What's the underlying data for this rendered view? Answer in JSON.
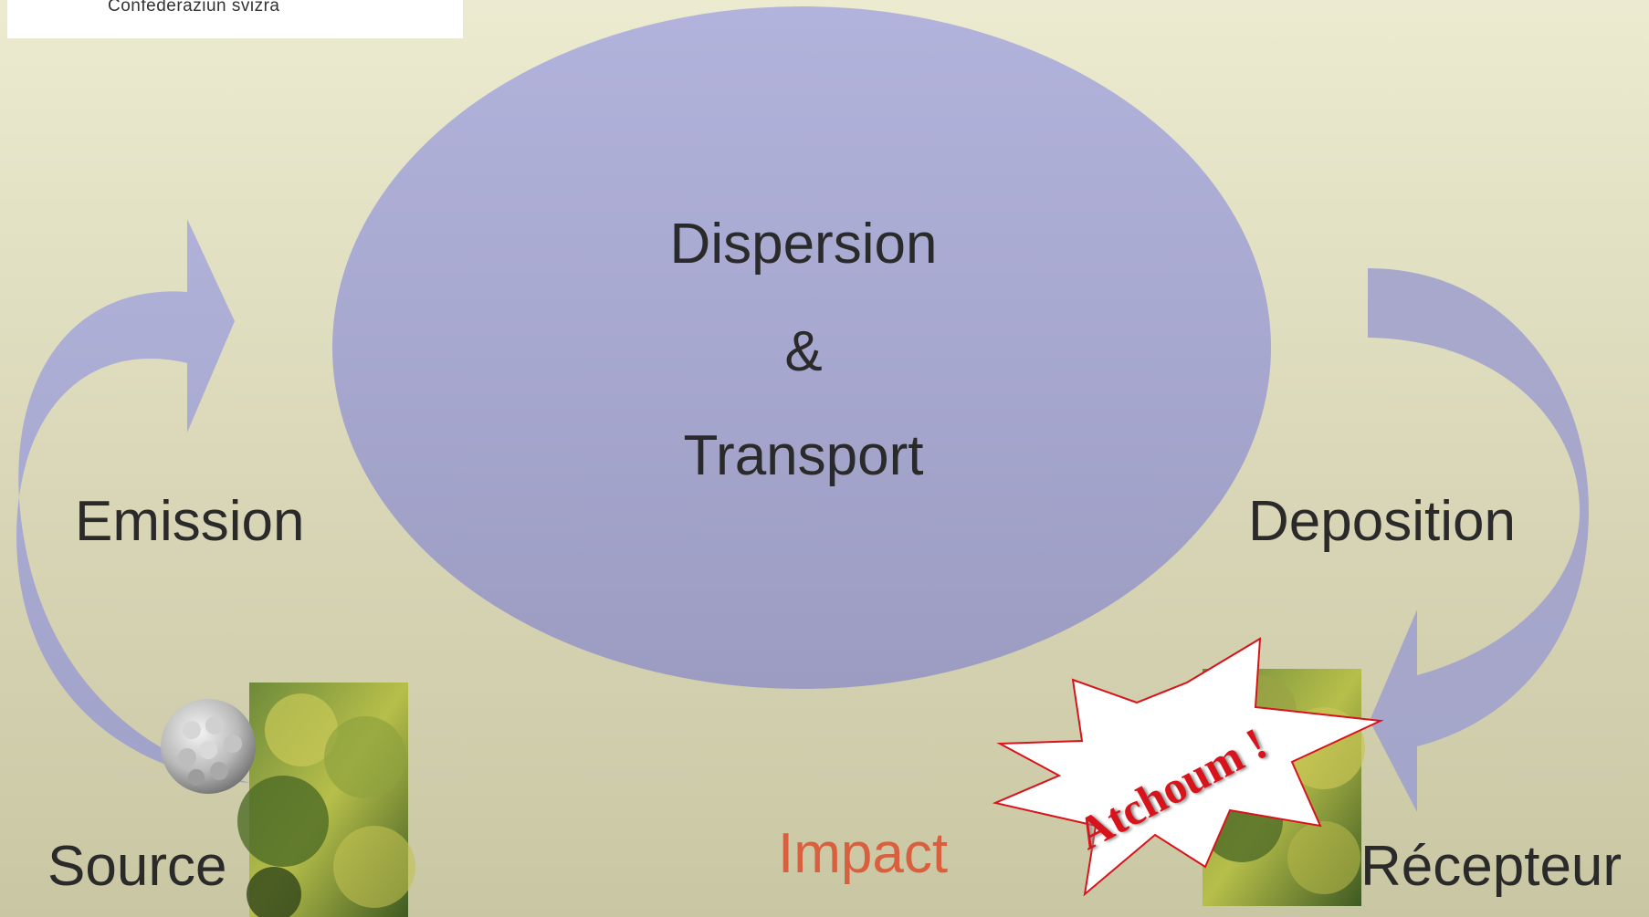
{
  "logo": {
    "text": "Confederaziun svizra"
  },
  "ellipse": {
    "line1": "Dispersion",
    "line2": "&",
    "line3": "Transport"
  },
  "labels": {
    "emission": "Emission",
    "deposition": "Deposition",
    "source": "Source",
    "impact": "Impact",
    "recepteur": "Récepteur"
  },
  "burst": {
    "text": "Atchoum !"
  },
  "colors": {
    "ellipse": "#a7a8cf",
    "arrow": "#a6a7cc",
    "impact": "#d9603e",
    "burst_text": "#d7141b",
    "burst_outline": "#d7141b"
  },
  "icons": {
    "pollen": "pollen-grain-icon",
    "plant": "ragweed-plant-photo"
  }
}
